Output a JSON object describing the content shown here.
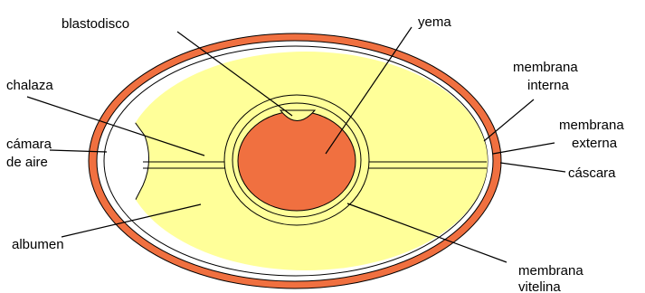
{
  "labels": {
    "blastodisco": "blastodisco",
    "yema": "yema",
    "chalaza": "chalaza",
    "camara_line1": "cámara",
    "camara_line2": "de aire",
    "albumen": "albumen",
    "membrana_interna_line1": "membrana",
    "membrana_interna_line2": "interna",
    "membrana_externa_line1": "membrana",
    "membrana_externa_line2": "externa",
    "cascara": "cáscara",
    "membrana_vitelina_line1": "membrana",
    "membrana_vitelina_line2": "vitelina"
  },
  "colors": {
    "shell": "#f07040",
    "membrane": "#ffffff",
    "albumen": "#ffff99",
    "yolk": "#f07040",
    "outline": "#000000"
  }
}
